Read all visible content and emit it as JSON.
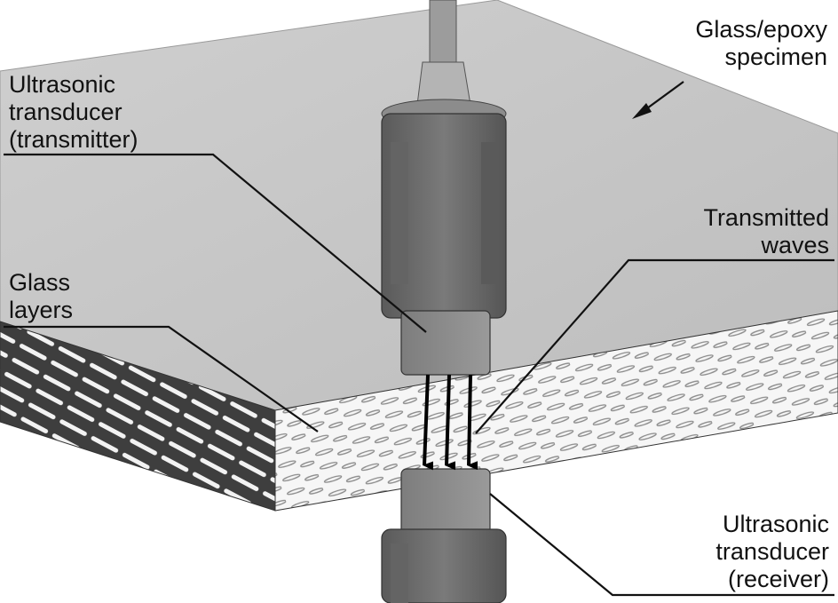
{
  "labels": {
    "specimen": {
      "line1": "Glass/epoxy",
      "line2": "specimen"
    },
    "transmitter": {
      "line1": "Ultrasonic",
      "line2": "transducer",
      "line3": "(transmitter)"
    },
    "waves": {
      "line1": "Transmitted",
      "line2": "waves"
    },
    "glass_layers": {
      "line1": "Glass",
      "line2": "layers"
    },
    "receiver": {
      "line1": "Ultrasonic",
      "line2": "transducer",
      "line3": "(receiver)"
    }
  },
  "colors": {
    "specimen_top": "#c6c6c6",
    "transducer_body": "#6e6e6e",
    "transducer_face": "#8a8a8a",
    "layer_edge": "#f4f4f4",
    "leader_line": "#111111"
  }
}
